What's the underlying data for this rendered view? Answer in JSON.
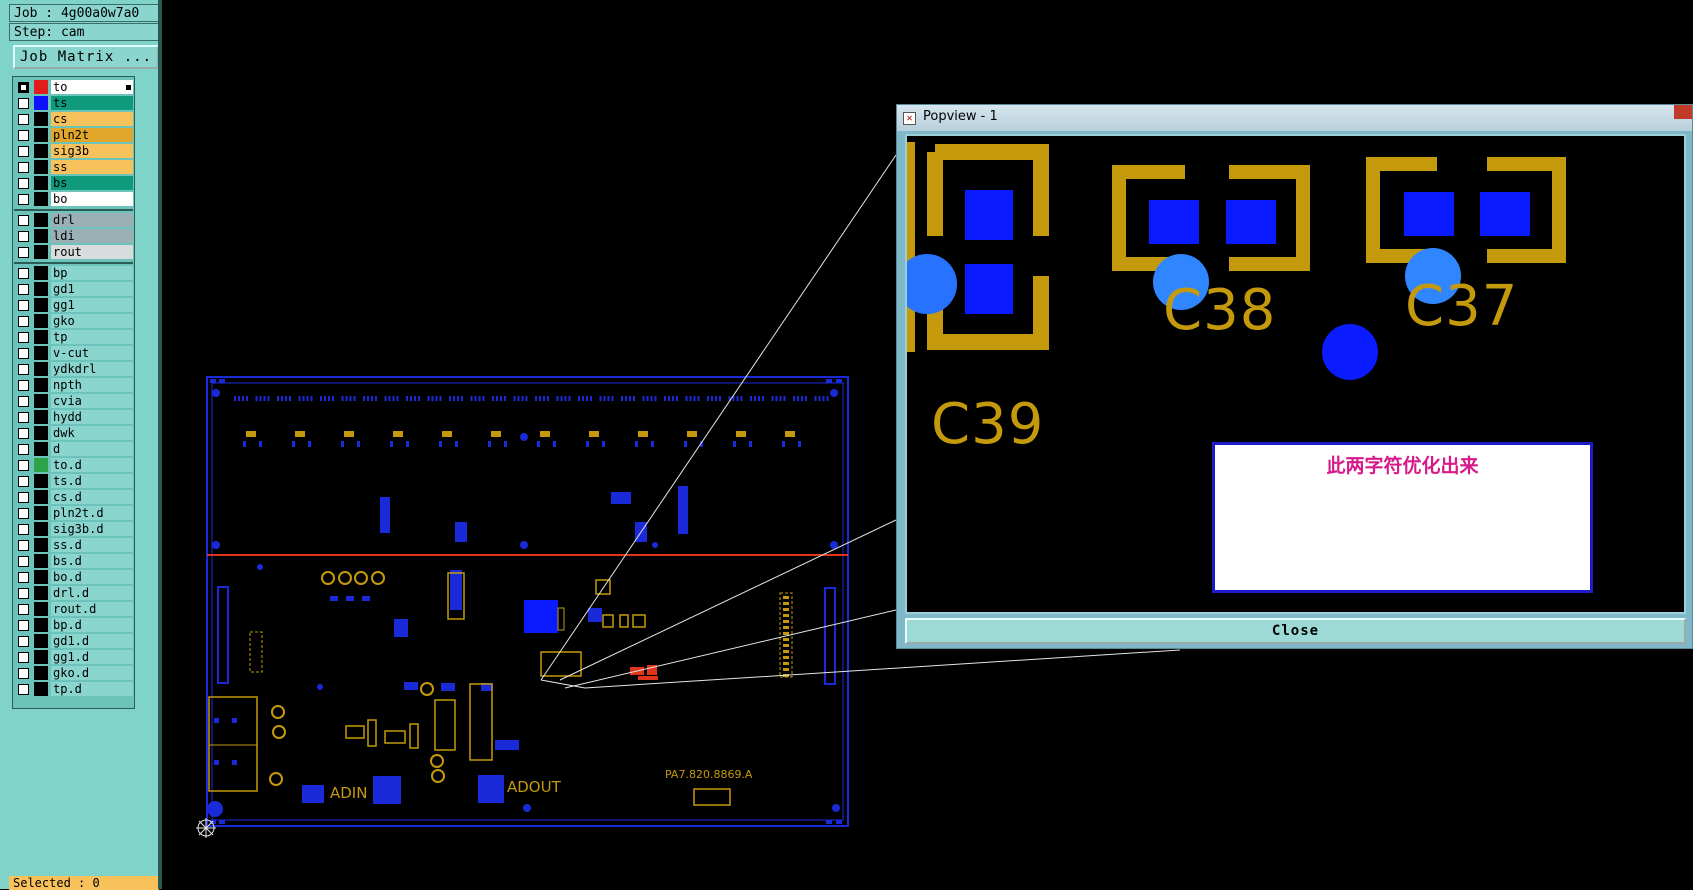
{
  "job_label": "Job : 4g00a0w7a0",
  "step_label": "Step: cam",
  "job_matrix_button": "Job Matrix ...",
  "layers": [
    {
      "name": "to",
      "swatch": "#e01c1c",
      "bg": "#ffffff",
      "selected": true
    },
    {
      "name": "ts",
      "swatch": "#1010ff",
      "bg": "#0f9a7c"
    },
    {
      "name": "cs",
      "swatch": "#000000",
      "bg": "#f7c25c"
    },
    {
      "name": "pln2t",
      "swatch": "#000000",
      "bg": "#e2a72a"
    },
    {
      "name": "sig3b",
      "swatch": "#000000",
      "bg": "#f7c25c"
    },
    {
      "name": "ss",
      "swatch": "#000000",
      "bg": "#f7c25c"
    },
    {
      "name": "bs",
      "swatch": "#000000",
      "bg": "#0f9a7c"
    },
    {
      "name": "bo",
      "swatch": "#000000",
      "bg": "#ffffff"
    },
    {
      "name": "drl",
      "swatch": "#000000",
      "bg": "#9ab0b4"
    },
    {
      "name": "ldi",
      "swatch": "#000000",
      "bg": "#9ab0b4"
    },
    {
      "name": "rout",
      "swatch": "#000000",
      "bg": "#d8dcdc"
    },
    {
      "name": "bp",
      "swatch": "#000000",
      "bg": "#8ad6cf"
    },
    {
      "name": "gd1",
      "swatch": "#000000",
      "bg": "#8ad6cf"
    },
    {
      "name": "gg1",
      "swatch": "#000000",
      "bg": "#8ad6cf"
    },
    {
      "name": "gko",
      "swatch": "#000000",
      "bg": "#8ad6cf"
    },
    {
      "name": "tp",
      "swatch": "#000000",
      "bg": "#8ad6cf"
    },
    {
      "name": "v-cut",
      "swatch": "#000000",
      "bg": "#8ad6cf"
    },
    {
      "name": "ydkdrl",
      "swatch": "#000000",
      "bg": "#8ad6cf"
    },
    {
      "name": "npth",
      "swatch": "#000000",
      "bg": "#8ad6cf"
    },
    {
      "name": "cvia",
      "swatch": "#000000",
      "bg": "#8ad6cf"
    },
    {
      "name": "hydd",
      "swatch": "#000000",
      "bg": "#8ad6cf"
    },
    {
      "name": "dwk",
      "swatch": "#000000",
      "bg": "#8ad6cf"
    },
    {
      "name": "d",
      "swatch": "#000000",
      "bg": "#8ad6cf"
    },
    {
      "name": "to.d",
      "swatch": "#2ea34a",
      "bg": "#8ad6cf"
    },
    {
      "name": "ts.d",
      "swatch": "#000000",
      "bg": "#8ad6cf"
    },
    {
      "name": "cs.d",
      "swatch": "#000000",
      "bg": "#8ad6cf"
    },
    {
      "name": "pln2t.d",
      "swatch": "#000000",
      "bg": "#8ad6cf"
    },
    {
      "name": "sig3b.d",
      "swatch": "#000000",
      "bg": "#8ad6cf"
    },
    {
      "name": "ss.d",
      "swatch": "#000000",
      "bg": "#8ad6cf"
    },
    {
      "name": "bs.d",
      "swatch": "#000000",
      "bg": "#8ad6cf"
    },
    {
      "name": "bo.d",
      "swatch": "#000000",
      "bg": "#8ad6cf"
    },
    {
      "name": "drl.d",
      "swatch": "#000000",
      "bg": "#8ad6cf"
    },
    {
      "name": "rout.d",
      "swatch": "#000000",
      "bg": "#8ad6cf"
    },
    {
      "name": "bp.d",
      "swatch": "#000000",
      "bg": "#8ad6cf"
    },
    {
      "name": "gd1.d",
      "swatch": "#000000",
      "bg": "#8ad6cf"
    },
    {
      "name": "gg1.d",
      "swatch": "#000000",
      "bg": "#8ad6cf"
    },
    {
      "name": "gko.d",
      "swatch": "#000000",
      "bg": "#8ad6cf"
    },
    {
      "name": "tp.d",
      "swatch": "#000000",
      "bg": "#8ad6cf"
    }
  ],
  "selected_label": "Selected : 0",
  "board": {
    "part_number": "PA7.820.8869.A",
    "label_adin": "ADIN",
    "label_adout": "ADOUT"
  },
  "popview": {
    "title": "Popview - 1",
    "close_label": "Close",
    "refdes": [
      "C39",
      "C38",
      "C37"
    ],
    "note": "此两字符优化出来"
  },
  "colors": {
    "copper": "#c49a0c",
    "pad_blue": "#0a1cff",
    "outline_blue": "#1a2ad8",
    "cut_line": "#e0341c"
  }
}
